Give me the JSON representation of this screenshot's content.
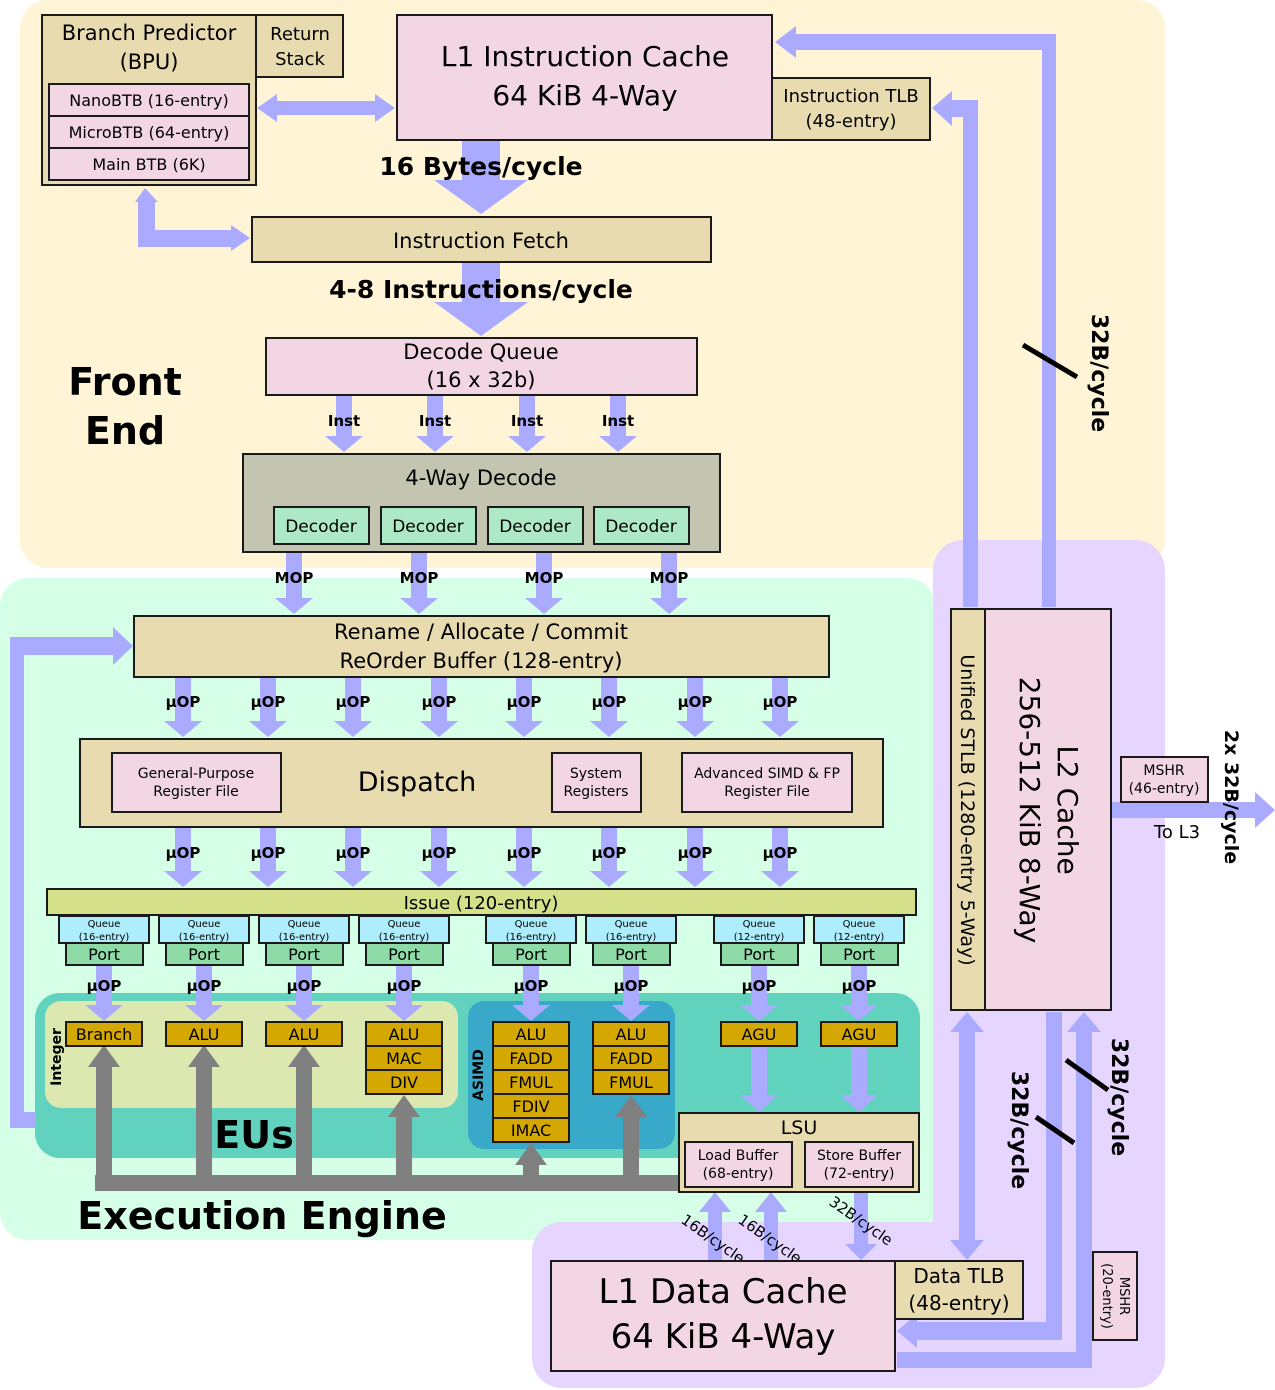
{
  "regions": {
    "front_end": [
      "Front",
      "End"
    ],
    "execution_engine": "Execution Engine",
    "eus": "EUs",
    "integer": "Integer",
    "asimd": "ASIMD"
  },
  "bpu": {
    "title": [
      "Branch Predictor",
      "(BPU)"
    ],
    "return_stack": [
      "Return",
      "Stack"
    ],
    "btbs": [
      "NanoBTB (16-entry)",
      "MicroBTB (64-entry)",
      "Main BTB (6K)"
    ]
  },
  "l1i": {
    "title": "L1 Instruction Cache",
    "size": "64 KiB 4-Way"
  },
  "itlb": [
    "Instruction TLB",
    "(48-entry)"
  ],
  "bandwidth": {
    "l1i_to_fetch": "16 Bytes/cycle",
    "fetch_to_decode": "4-8 Instructions/cycle",
    "l2_to_l1i": "32B/cycle",
    "to_l3": "2x 32B/cycle",
    "l2_to_l1d_a": "32B/cycle",
    "l2_to_l1d_b": "32B/cycle",
    "load_a": "16B/cycle",
    "load_b": "16B/cycle",
    "store": "32B/cycle"
  },
  "fetch": "Instruction Fetch",
  "decode_queue": [
    "Decode Queue",
    "(16 x 32b)"
  ],
  "inst_label": "Inst",
  "decode": {
    "title": "4-Way Decode",
    "decoders": [
      "Decoder",
      "Decoder",
      "Decoder",
      "Decoder"
    ]
  },
  "mop_label": "MOP",
  "uop_label": "µOP",
  "rob": [
    "Rename / Allocate / Commit",
    "ReOrder Buffer (128-entry)"
  ],
  "dispatch": {
    "title": "Dispatch",
    "gprf": [
      "General-Purpose",
      "Register File"
    ],
    "sysreg": [
      "System",
      "Registers"
    ],
    "simdrf": [
      "Advanced SIMD & FP",
      "Register File"
    ]
  },
  "issue": "Issue (120-entry)",
  "queues": [
    {
      "label": [
        "Queue",
        "(16-entry)"
      ],
      "port": "Port"
    },
    {
      "label": [
        "Queue",
        "(16-entry)"
      ],
      "port": "Port"
    },
    {
      "label": [
        "Queue",
        "(16-entry)"
      ],
      "port": "Port"
    },
    {
      "label": [
        "Queue",
        "(16-entry)"
      ],
      "port": "Port"
    },
    {
      "label": [
        "Queue",
        "(16-entry)"
      ],
      "port": "Port"
    },
    {
      "label": [
        "Queue",
        "(16-entry)"
      ],
      "port": "Port"
    },
    {
      "label": [
        "Queue",
        "(12-entry)"
      ],
      "port": "Port"
    },
    {
      "label": [
        "Queue",
        "(12-entry)"
      ],
      "port": "Port"
    }
  ],
  "units": [
    [
      "Branch"
    ],
    [
      "ALU"
    ],
    [
      "ALU"
    ],
    [
      "ALU",
      "MAC",
      "DIV"
    ],
    [
      "ALU",
      "FADD",
      "FMUL",
      "FDIV",
      "IMAC"
    ],
    [
      "ALU",
      "FADD",
      "FMUL"
    ],
    [
      "AGU"
    ],
    [
      "AGU"
    ]
  ],
  "lsu": {
    "title": "LSU",
    "load": [
      "Load Buffer",
      "(68-entry)"
    ],
    "store": [
      "Store Buffer",
      "(72-entry)"
    ]
  },
  "l1d": {
    "title": "L1 Data Cache",
    "size": "64 KiB 4-Way"
  },
  "dtlb": [
    "Data TLB",
    "(48-entry)"
  ],
  "l2": {
    "title": "L2 Cache",
    "size": "256-512 KiB 8-Way"
  },
  "stlb": "Unified STLB (1280-entry 5-Way)",
  "mshr_l2": [
    "MSHR",
    "(46-entry)"
  ],
  "mshr_l1": [
    "MSHR",
    "(20-entry)"
  ],
  "to_l3": "To L3",
  "colors": {
    "front_end_bg": "#fff5d6",
    "exec_bg": "#d6ffe8",
    "mem_bg": "#e5d5ff",
    "eus_bg": "#60d2be",
    "integer_bg": "#dde8b0",
    "asimd_bg": "#38a9c8",
    "arrow": "#aaaaff"
  }
}
